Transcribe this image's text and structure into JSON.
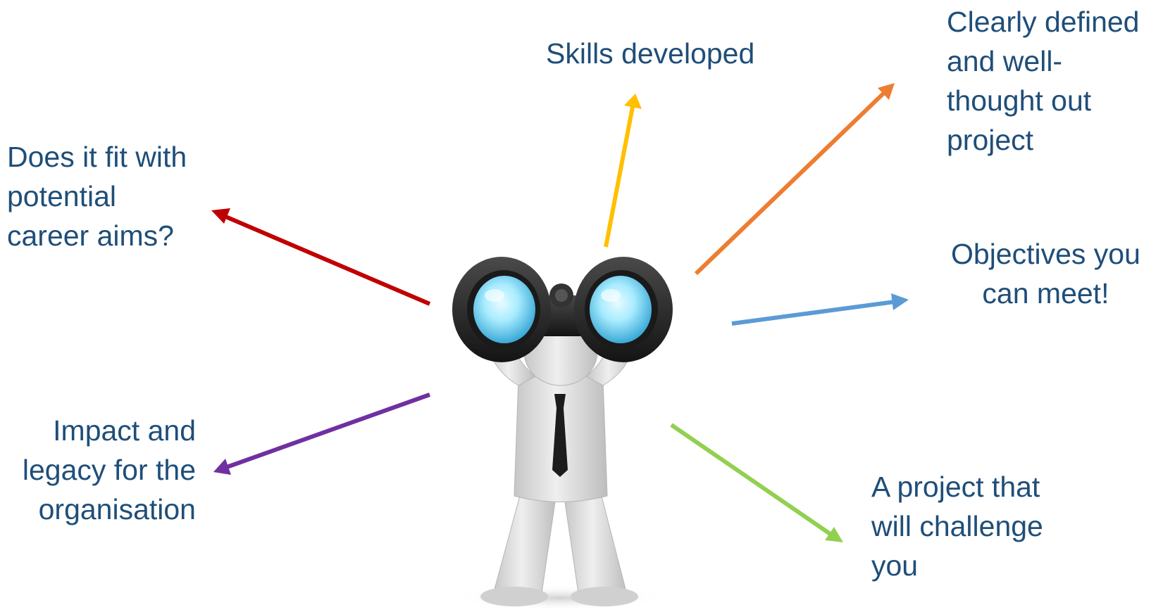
{
  "slide": {
    "text_color": "#1f4e79",
    "figure": {
      "description_icon": "person-with-binoculars",
      "skin": "#d9d9d9",
      "tie": "#1c1c1c",
      "binocular_body": "#2b2b2b",
      "lens": "#8fe0ff"
    },
    "items": [
      {
        "key": "career",
        "lines": [
          "Does it fit with",
          "potential",
          "career aims?"
        ],
        "arrow_color": "#c00000"
      },
      {
        "key": "skills",
        "lines": [
          "Skills developed"
        ],
        "arrow_color": "#ffc000"
      },
      {
        "key": "defined",
        "lines": [
          "Clearly defined",
          "and well-",
          "thought out",
          "project"
        ],
        "arrow_color": "#ed7d31"
      },
      {
        "key": "objectives",
        "lines": [
          "Objectives you",
          "can meet!"
        ],
        "arrow_color": "#5b9bd5"
      },
      {
        "key": "challenge",
        "lines": [
          "A project that",
          "will challenge",
          "you"
        ],
        "arrow_color": "#92d050"
      },
      {
        "key": "impact",
        "lines": [
          "Impact and",
          "legacy for the",
          "organisation"
        ],
        "arrow_color": "#7030a0"
      }
    ]
  }
}
